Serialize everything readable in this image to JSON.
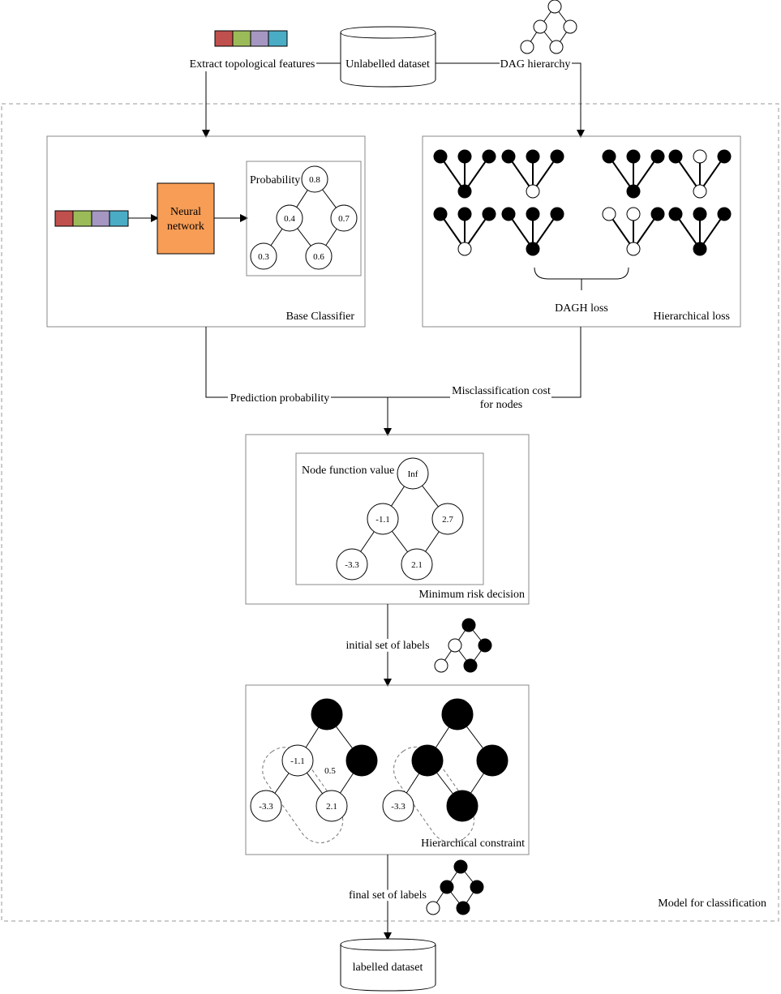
{
  "inputs": {
    "unlabelled": "Unlabelled dataset",
    "extract": "Extract topological features",
    "dag": "DAG hierarchy",
    "feature_colors": [
      "#c0504d",
      "#9bbb59",
      "#a597c1",
      "#4bacc6"
    ]
  },
  "base_classifier": {
    "title": "Base Classifier",
    "network_line1": "Neural",
    "network_line2": "network",
    "network_color": "#f79d56",
    "prob_title": "Probability",
    "probs": [
      "0.8",
      "0.4",
      "0.7",
      "0.3",
      "0.6"
    ]
  },
  "hier_loss": {
    "title": "Hierarchical loss",
    "dagh": "DAGH loss"
  },
  "flow": {
    "prediction": "Prediction probability",
    "miscl_line1": "Misclassification cost",
    "miscl_line2": "for nodes"
  },
  "min_risk": {
    "title": "Minimum risk decision",
    "node_title": "Node function value",
    "values": [
      "Inf",
      "-1.1",
      "2.7",
      "-3.3",
      "2.1"
    ]
  },
  "initial": "initial set of labels",
  "constraint": {
    "title": "Hierarchical constraint",
    "values": [
      "-1.1",
      "0.5",
      "-3.3",
      "2.1",
      "-3.3"
    ]
  },
  "final": "final set of labels",
  "model": "Model for classification",
  "labelled": "labelled dataset"
}
